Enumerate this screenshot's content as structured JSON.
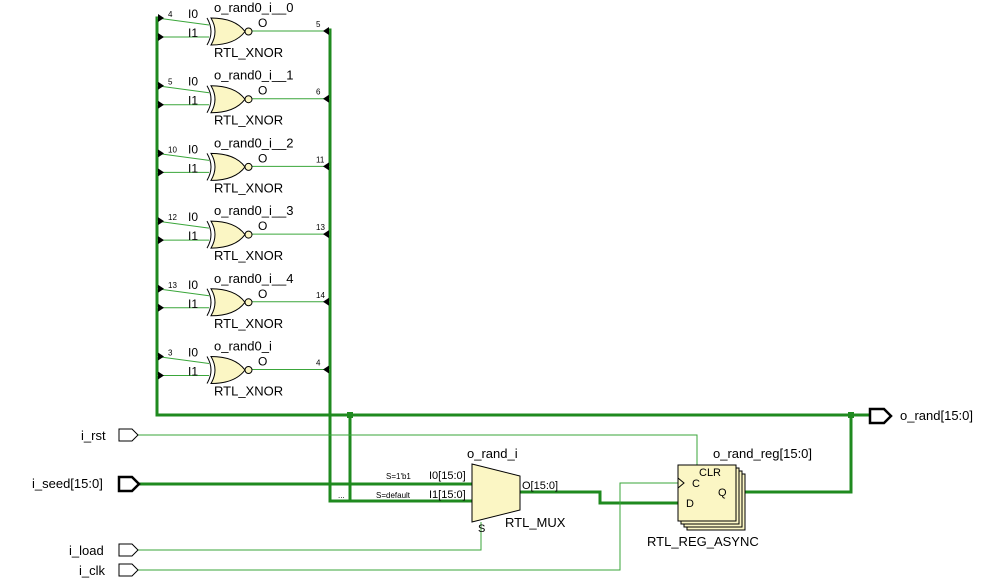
{
  "gates": [
    {
      "instance": "o_rand0_i__0",
      "type": "RTL_XNOR",
      "pin_i0": "I0",
      "pin_i1": "I1",
      "pin_o": "O",
      "in_bit": "4",
      "out_bit": "5"
    },
    {
      "instance": "o_rand0_i__1",
      "type": "RTL_XNOR",
      "pin_i0": "I0",
      "pin_i1": "I1",
      "pin_o": "O",
      "in_bit": "5",
      "out_bit": "6"
    },
    {
      "instance": "o_rand0_i__2",
      "type": "RTL_XNOR",
      "pin_i0": "I0",
      "pin_i1": "I1",
      "pin_o": "O",
      "in_bit": "10",
      "out_bit": "11"
    },
    {
      "instance": "o_rand0_i__3",
      "type": "RTL_XNOR",
      "pin_i0": "I0",
      "pin_i1": "I1",
      "pin_o": "O",
      "in_bit": "12",
      "out_bit": "13"
    },
    {
      "instance": "o_rand0_i__4",
      "type": "RTL_XNOR",
      "pin_i0": "I0",
      "pin_i1": "I1",
      "pin_o": "O",
      "in_bit": "13",
      "out_bit": "14"
    },
    {
      "instance": "o_rand0_i",
      "type": "RTL_XNOR",
      "pin_i0": "I0",
      "pin_i1": "I1",
      "pin_o": "O",
      "in_bit": "3",
      "out_bit": "4"
    }
  ],
  "ports": {
    "i_rst": "i_rst",
    "i_seed": "i_seed[15:0]",
    "i_load": "i_load",
    "i_clk": "i_clk",
    "o_rand": "o_rand[15:0]"
  },
  "mux": {
    "instance": "o_rand_i",
    "type": "RTL_MUX",
    "pin_i0": "I0[15:0]",
    "pin_i1": "I1[15:0]",
    "pin_o": "O[15:0]",
    "pin_s": "S",
    "sel_i0": "S=1'b1",
    "sel_i1": "S=default",
    "ellipsis": "..."
  },
  "reg": {
    "instance": "o_rand_reg[15:0]",
    "type": "RTL_REG_ASYNC",
    "pin_clr": "CLR",
    "pin_c": "C",
    "pin_d": "D",
    "pin_q": "Q"
  },
  "colors": {
    "bus": "#1f8a1f",
    "wire": "#3aa63a",
    "gate_fill": "#fbf6c4"
  }
}
